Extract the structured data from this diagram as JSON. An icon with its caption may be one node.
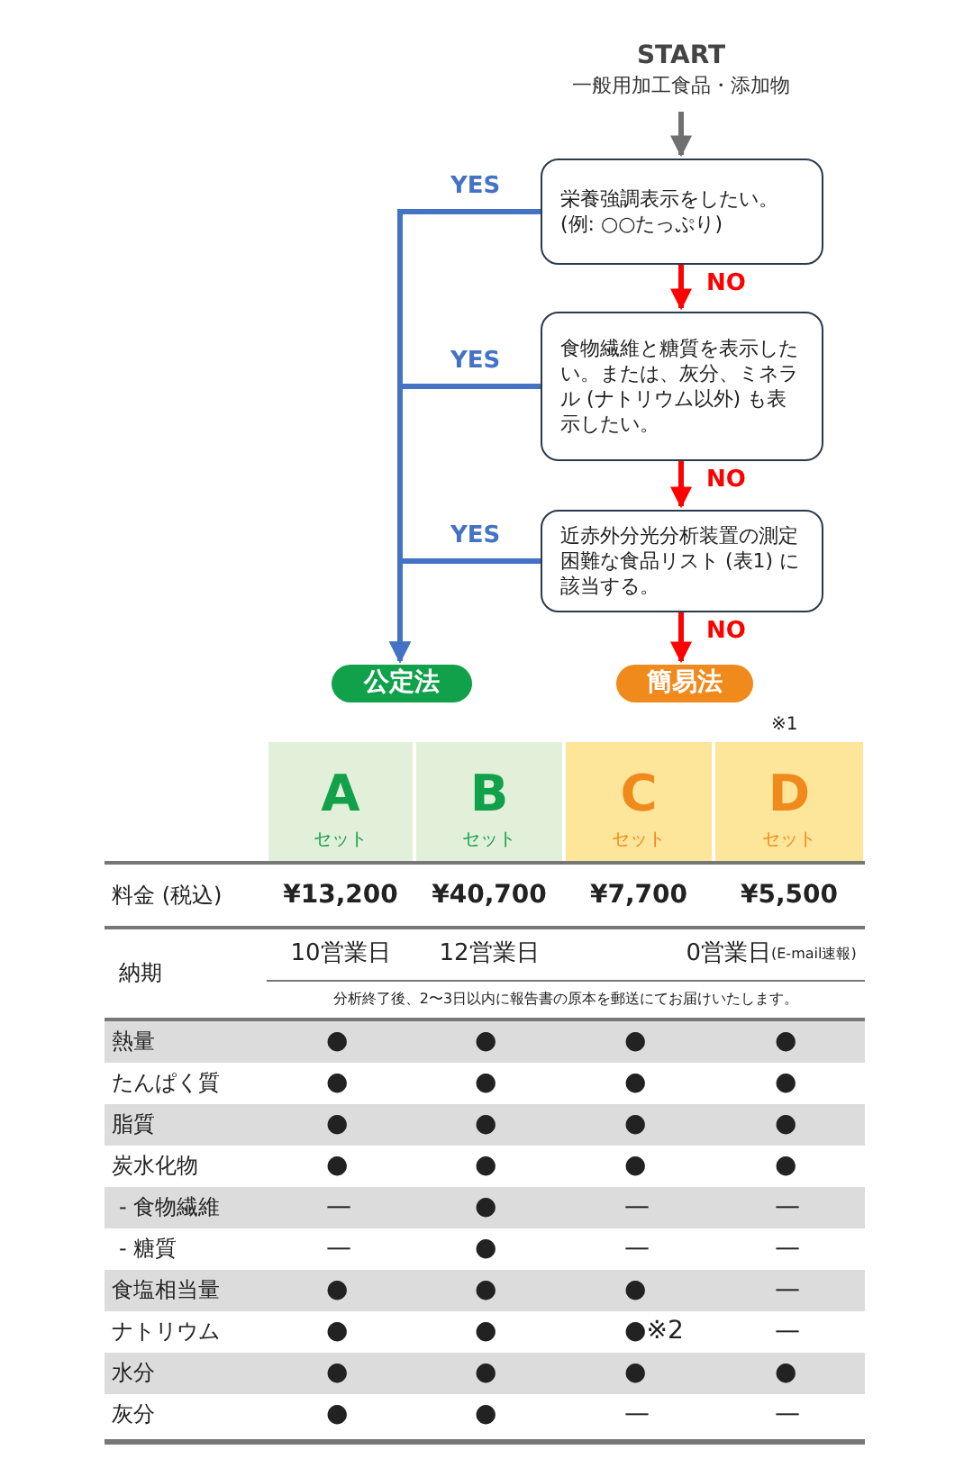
{
  "diagram": {
    "nodes": [
      {
        "text": [
          "START",
          "一般用加工食品・添加物"
        ]
      },
      {
        "text": [
          "栄養強調表示をしたい。(例: ○○たっぷり)"
        ]
      },
      {
        "text": [
          "食物繊維と糖質を表示したい。または、灰分、ミネラル (ナトリウム以外) も表示したい。"
        ]
      },
      {
        "text": [
          "近赤外分光分析装置の測定困難な食品リスト (表1) に該当する。"
        ]
      },
      {
        "text": [
          "公定法"
        ]
      },
      {
        "text": [
          "簡易法"
        ]
      }
    ],
    "edges": [
      {
        "from": 0,
        "to": 1,
        "arrow": "to",
        "color": "#707070"
      },
      {
        "from": 1,
        "to": 2,
        "arrow": "to",
        "label": "NO",
        "color": "#ff0000"
      },
      {
        "from": 2,
        "to": 3,
        "arrow": "to",
        "label": "NO",
        "color": "#ff0000"
      },
      {
        "from": 3,
        "to": 5,
        "arrow": "to",
        "label": "NO",
        "color": "#ff0000"
      },
      {
        "from": 1,
        "to": 4,
        "arrow": "to",
        "label": "YES",
        "color": "#4472c4"
      },
      {
        "from": 2,
        "to": 4,
        "arrow": "to",
        "label": "YES",
        "color": "#4472c4"
      },
      {
        "from": 3,
        "to": 4,
        "arrow": "to",
        "label": "YES",
        "color": "#4472c4"
      }
    ],
    "labels": [
      "※1",
      "A",
      "セット",
      "B",
      "セット",
      "C",
      "セット",
      "D",
      "セット",
      "料金 (税込)",
      "¥13,200",
      "¥40,700",
      "¥7,700",
      "¥5,500",
      "納期",
      "10営業日",
      "12営業日",
      "0営業日",
      "(E-mail速報)",
      "分析終了後、2〜3日以内に報告書の原本を郵送にてお届けいたします。",
      "熱量",
      "●",
      "●",
      "●",
      "●",
      "たんぱく質",
      "●",
      "●",
      "●",
      "●",
      "脂質",
      "●",
      "●",
      "●",
      "●",
      "炭水化物",
      "●",
      "●",
      "●",
      "●",
      "- 食物繊維",
      "—",
      "●",
      "—",
      "—",
      "- 糖質",
      "—",
      "●",
      "—",
      "—",
      "食塩相当量",
      "●",
      "●",
      "●",
      "—",
      "ナトリウム",
      "●",
      "●",
      "●※2",
      "—",
      "水分",
      "●",
      "●",
      "●",
      "●",
      "灰分",
      "●",
      "●",
      "—",
      "—"
    ]
  }
}
